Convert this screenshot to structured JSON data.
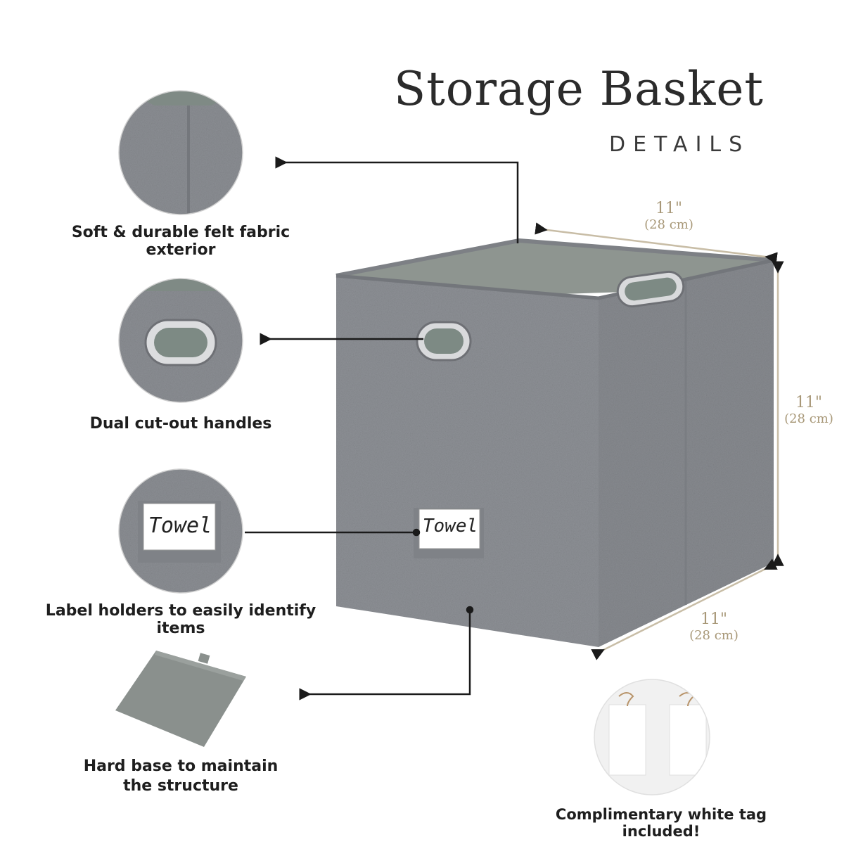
{
  "header": {
    "title": "Storage Basket",
    "subtitle": "DETAILS"
  },
  "features": [
    {
      "label": "Soft & durable felt fabric exterior",
      "icon": "felt-fabric-icon"
    },
    {
      "label": "Dual cut-out handles",
      "icon": "handle-icon"
    },
    {
      "label": "Label holders to easily identify items",
      "icon": "label-holder-icon"
    },
    {
      "label": "Hard base to maintain the structure",
      "icon": "hard-base-icon"
    }
  ],
  "label_card_text": "Towel",
  "dimensions": {
    "width": {
      "in": "11\"",
      "cm": "(28 cm)"
    },
    "height": {
      "in": "11\"",
      "cm": "(28 cm)"
    },
    "depth": {
      "in": "11\"",
      "cm": "(28 cm)"
    }
  },
  "tag_caption": "Complimentary white tag included!",
  "colors": {
    "felt": "#8e9196",
    "felt_dark": "#7a7d82",
    "lining": "#8a918d",
    "dimension_line": "#c8bda6",
    "pointer": "#1a1a1a"
  }
}
